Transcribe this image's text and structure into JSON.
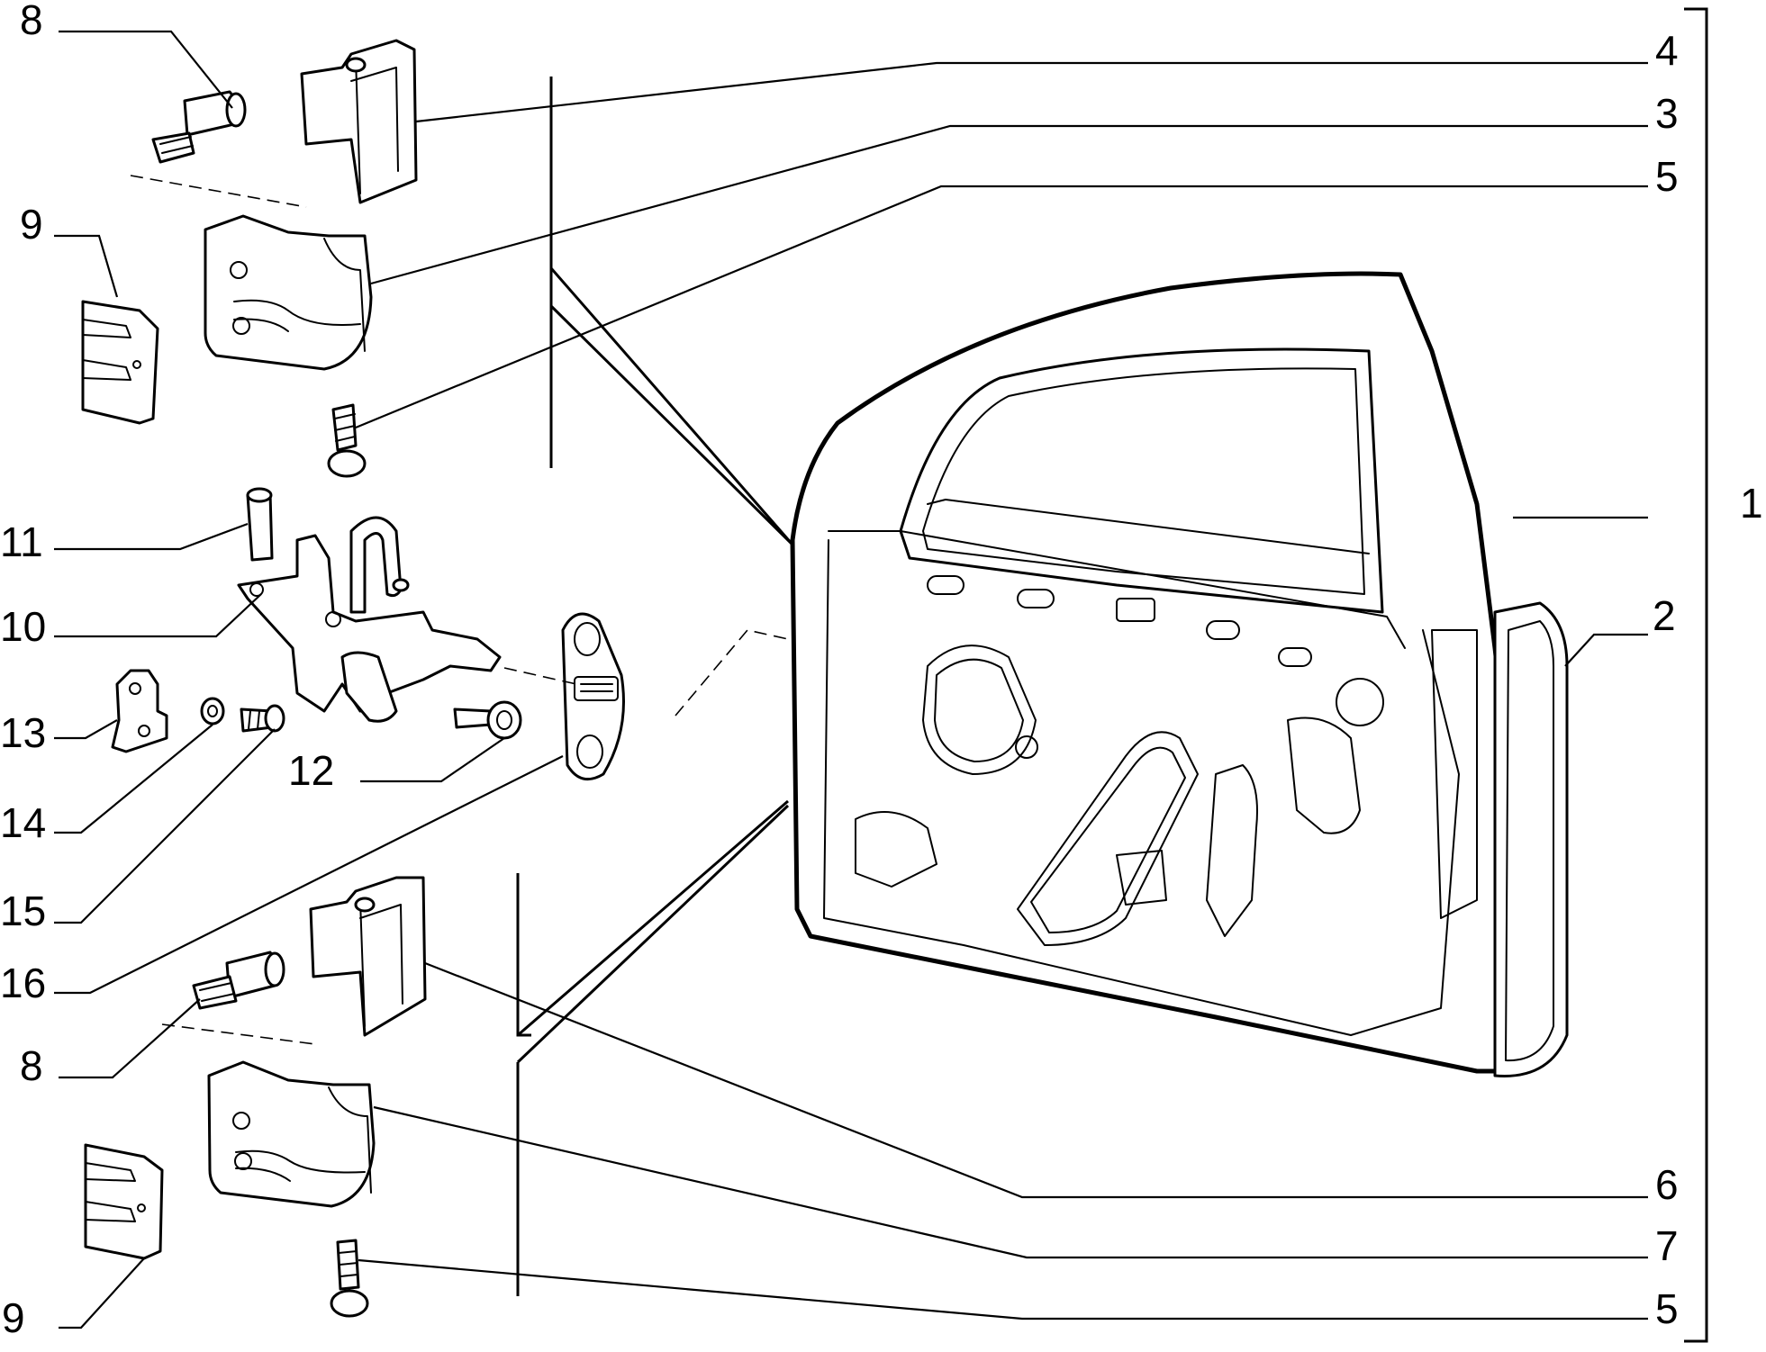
{
  "callouts": {
    "c1": "1",
    "c2": "2",
    "c3": "3",
    "c4": "4",
    "c5_top": "5",
    "c5_bottom": "5",
    "c6": "6",
    "c7": "7",
    "c8_top": "8",
    "c8_bottom": "8",
    "c9_top": "9",
    "c9_bottom": "9",
    "c10": "10",
    "c11": "11",
    "c12": "12",
    "c13": "13",
    "c14": "14",
    "c15": "15",
    "c16": "16"
  }
}
